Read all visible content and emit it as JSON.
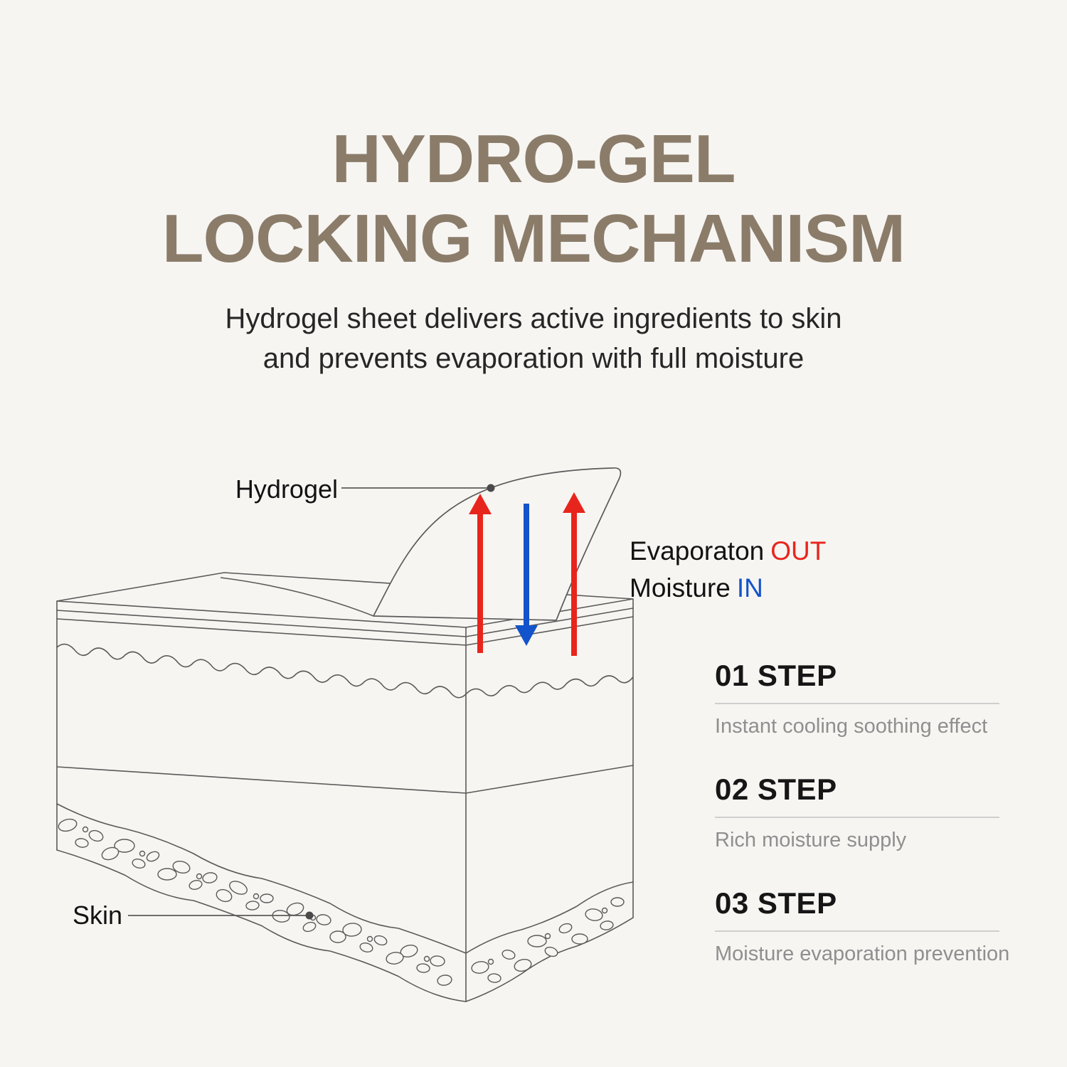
{
  "title": {
    "line1": "HYDRO-GEL",
    "line2": "LOCKING MECHANISM"
  },
  "subtitle": {
    "line1": "Hydrogel sheet delivers active ingredients to skin",
    "line2": "and prevents evaporation with full moisture"
  },
  "diagram": {
    "hydrogel_label": "Hydrogel",
    "skin_label": "Skin",
    "evaporation_text": "Evaporaton",
    "evaporation_highlight": "OUT",
    "moisture_text": "Moisture",
    "moisture_highlight": "IN"
  },
  "steps": [
    {
      "number": "01 STEP",
      "description": "Instant cooling soothing effect"
    },
    {
      "number": "02 STEP",
      "description": "Rich moisture supply"
    },
    {
      "number": "03 STEP",
      "description": "Moisture evaporation prevention"
    }
  ],
  "colors": {
    "background": "#f7f5f2",
    "title": "#8b7c6a",
    "diagram_outline": "#5a5a5a",
    "evaporation_out": "#e8251c",
    "moisture_in": "#1353cb",
    "step_description": "#8f8f8f",
    "divider": "#cfcfcf"
  }
}
